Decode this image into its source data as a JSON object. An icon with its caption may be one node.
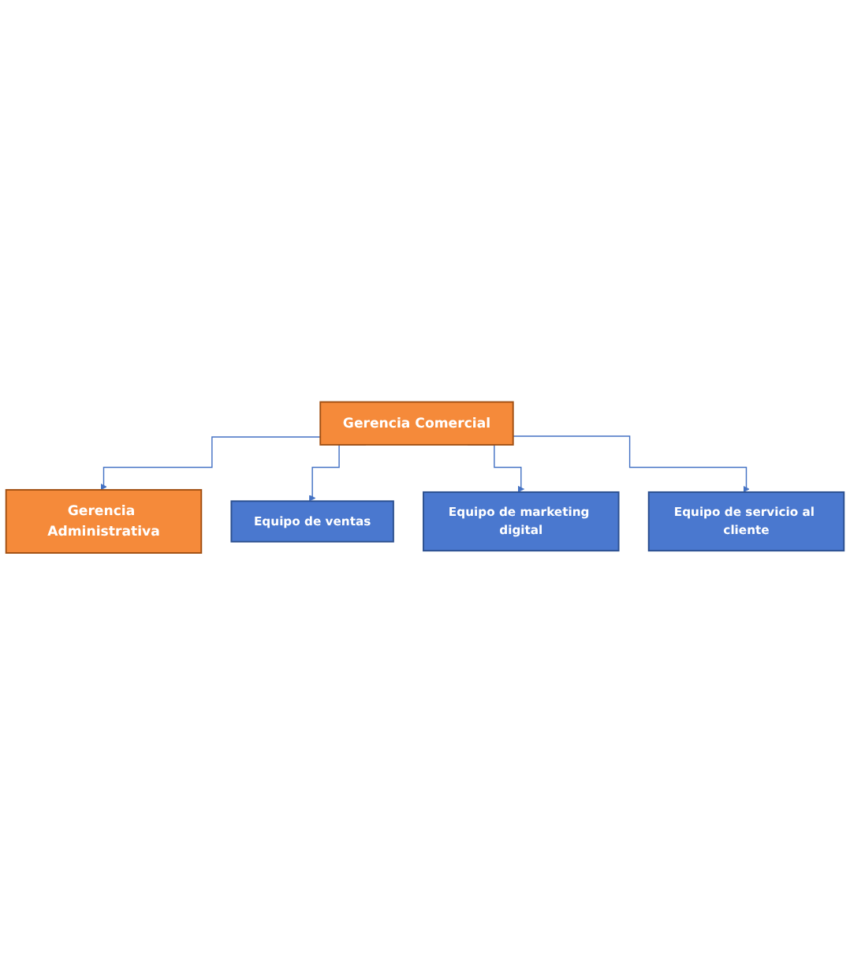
{
  "diagram": {
    "nodes": [
      {
        "text": [
          "Gerencia Comercial"
        ]
      },
      {
        "text": [
          "Gerencia Administrativa"
        ]
      },
      {
        "text": [
          "Equipo de ventas"
        ]
      },
      {
        "text": [
          "Equipo de marketing digital"
        ]
      },
      {
        "text": [
          "Equipo de servicio al cliente"
        ]
      }
    ],
    "edges": [
      {
        "from": 0,
        "to": 1,
        "arrow": "to"
      },
      {
        "from": 0,
        "to": 2,
        "arrow": "to"
      },
      {
        "from": 0,
        "to": 3,
        "arrow": "to"
      },
      {
        "from": 0,
        "to": 4,
        "arrow": "to"
      }
    ]
  }
}
